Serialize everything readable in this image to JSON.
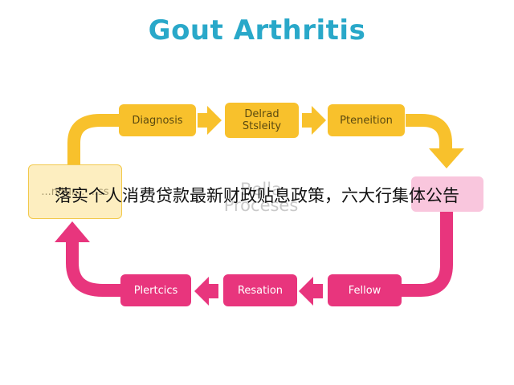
{
  "title": "Gout Arthritis",
  "center": {
    "line1": "Bella",
    "line2": "Proceses"
  },
  "nodes": {
    "diagnosis": "Diagnosis",
    "delirad": "Delrad Stsleity",
    "pteneition": "Pteneition",
    "fellow": "Fellow",
    "resation": "Resation",
    "plertcics": "Plertcics",
    "left_partial": "...nitur... ...ss"
  },
  "banner": "落实个人消费贷款最新财政贴息政策，六大行集体公告",
  "colors": {
    "title": "#29a8c9",
    "yellow": "#f8c12c",
    "pink": "#e8357d"
  }
}
